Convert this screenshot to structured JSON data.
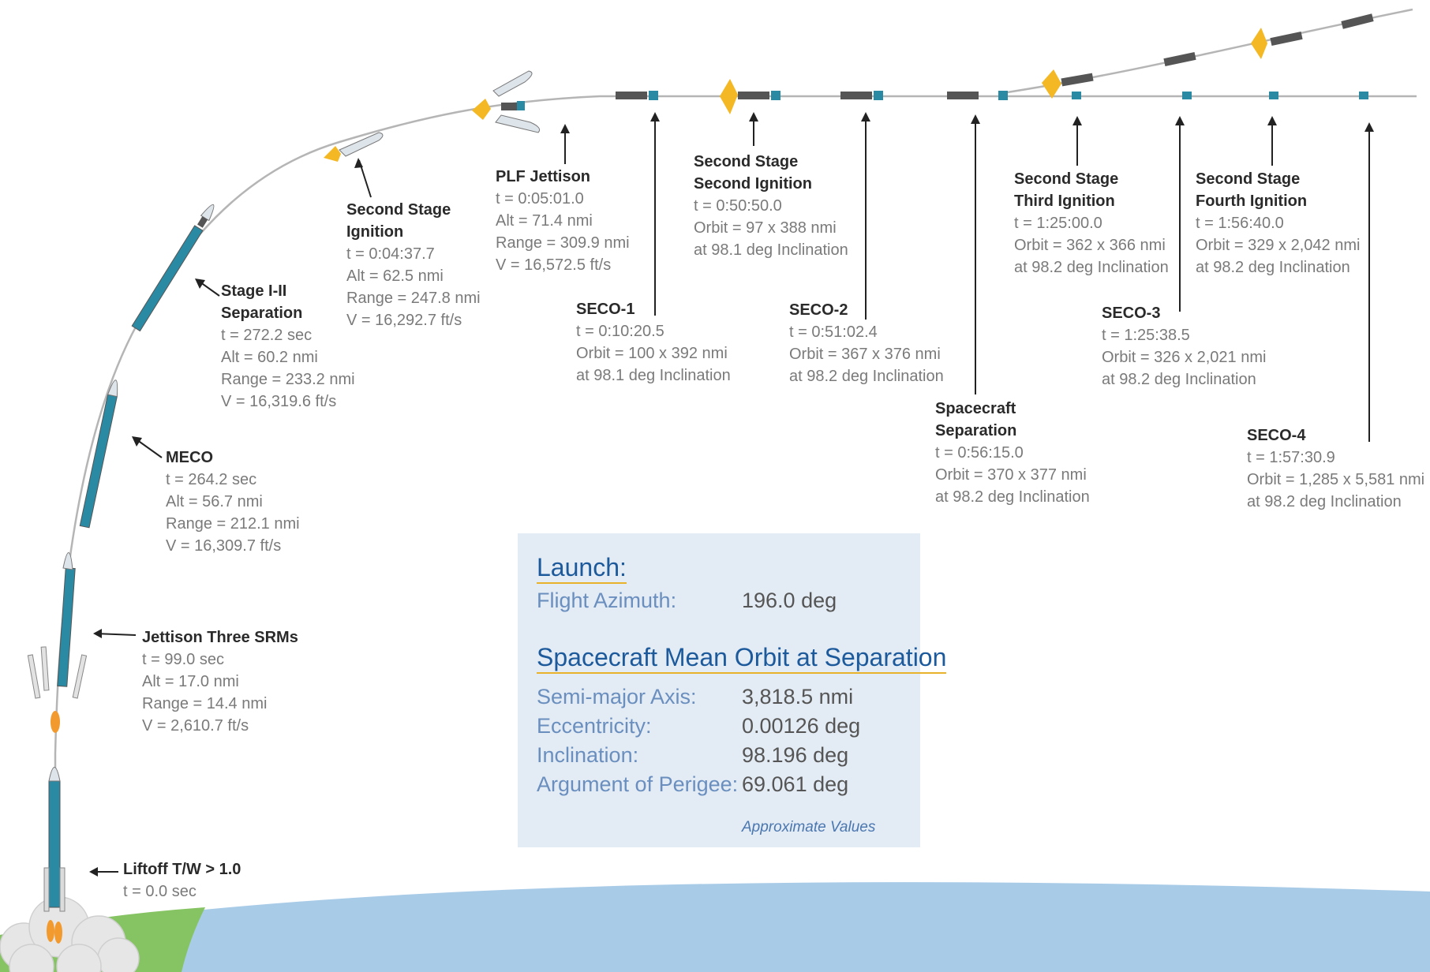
{
  "colors": {
    "stage_body": "#2b8aa3",
    "earth_blue": "#a8cbe8",
    "earth_green": "#7fbf5a",
    "trajectory": "#b5b5b5",
    "flame": "#f4b824",
    "panel_bg": "#e3ebf4",
    "heading": "#1c5a9c",
    "underline": "#e8b22a"
  },
  "events": [
    {
      "id": "liftoff",
      "title": [
        "Liftoff T/W > 1.0"
      ],
      "lines": [
        "t = 0.0 sec"
      ]
    },
    {
      "id": "jettison-srms",
      "title": [
        "Jettison Three SRMs"
      ],
      "lines": [
        "t = 99.0 sec",
        "Alt = 17.0 nmi",
        "Range = 14.4 nmi",
        "V = 2,610.7 ft/s"
      ]
    },
    {
      "id": "meco",
      "title": [
        "MECO"
      ],
      "lines": [
        "t = 264.2 sec",
        "Alt = 56.7 nmi",
        "Range = 212.1 nmi",
        "V = 16,309.7 ft/s"
      ]
    },
    {
      "id": "stage-sep",
      "title": [
        "Stage I-II",
        "Separation"
      ],
      "lines": [
        "t = 272.2 sec",
        "Alt = 60.2 nmi",
        "Range = 233.2 nmi",
        "V = 16,319.6 ft/s"
      ]
    },
    {
      "id": "ss-ignition",
      "title": [
        "Second Stage",
        "Ignition"
      ],
      "lines": [
        "t = 0:04:37.7",
        "Alt = 62.5 nmi",
        "Range = 247.8 nmi",
        "V = 16,292.7 ft/s"
      ]
    },
    {
      "id": "plf-jettison",
      "title": [
        "PLF Jettison"
      ],
      "lines": [
        "t = 0:05:01.0",
        "Alt = 71.4 nmi",
        "Range = 309.9 nmi",
        "V = 16,572.5 ft/s"
      ]
    },
    {
      "id": "seco-1",
      "title": [
        "SECO-1"
      ],
      "lines": [
        "t = 0:10:20.5",
        "Orbit = 100 x 392 nmi",
        "at 98.1 deg Inclination"
      ]
    },
    {
      "id": "ss-second-ignition",
      "title": [
        "Second Stage",
        "Second Ignition"
      ],
      "lines": [
        "t = 0:50:50.0",
        "Orbit = 97 x 388 nmi",
        "at 98.1 deg Inclination"
      ]
    },
    {
      "id": "seco-2",
      "title": [
        "SECO-2"
      ],
      "lines": [
        "t = 0:51:02.4",
        "Orbit = 367 x 376 nmi",
        "at 98.2 deg Inclination"
      ]
    },
    {
      "id": "sc-separation",
      "title": [
        "Spacecraft",
        "Separation"
      ],
      "lines": [
        "t = 0:56:15.0",
        "Orbit = 370 x 377 nmi",
        "at 98.2 deg Inclination"
      ]
    },
    {
      "id": "ss-third-ignition",
      "title": [
        "Second Stage",
        "Third Ignition"
      ],
      "lines": [
        "t = 1:25:00.0",
        "Orbit = 362 x 366 nmi",
        "at 98.2 deg Inclination"
      ]
    },
    {
      "id": "seco-3",
      "title": [
        "SECO-3"
      ],
      "lines": [
        "t = 1:25:38.5",
        "Orbit = 326 x 2,021 nmi",
        "at 98.2 deg Inclination"
      ]
    },
    {
      "id": "ss-fourth-ignition",
      "title": [
        "Second Stage",
        "Fourth Ignition"
      ],
      "lines": [
        "t = 1:56:40.0",
        "Orbit = 329 x 2,042 nmi",
        "at 98.2 deg Inclination"
      ]
    },
    {
      "id": "seco-4",
      "title": [
        "SECO-4"
      ],
      "lines": [
        "t = 1:57:30.9",
        "Orbit = 1,285 x 5,581 nmi",
        "at 98.2 deg Inclination"
      ]
    }
  ],
  "panel": {
    "launch_heading": "Launch:",
    "launch_rows": [
      {
        "label": "Flight Azimuth:",
        "value": "196.0 deg"
      }
    ],
    "orbit_heading": "Spacecraft Mean Orbit at Separation",
    "orbit_rows": [
      {
        "label": "Semi-major Axis:",
        "value": "3,818.5 nmi"
      },
      {
        "label": "Eccentricity:",
        "value": "0.00126 deg"
      },
      {
        "label": "Inclination:",
        "value": "98.196 deg"
      },
      {
        "label": "Argument of Perigee:",
        "value": "69.061 deg"
      }
    ],
    "note": "Approximate Values"
  }
}
